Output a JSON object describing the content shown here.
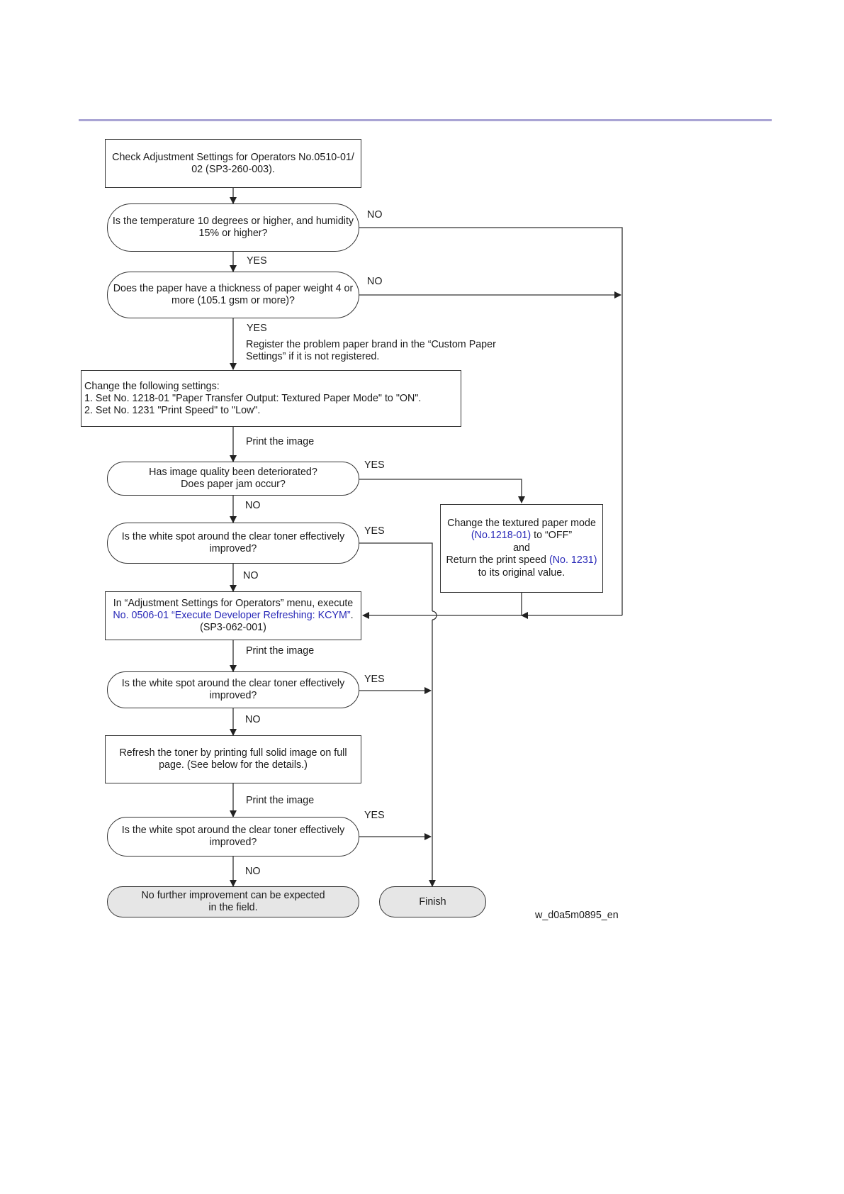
{
  "nodes": {
    "check_settings": [
      "Check Adjustment Settings for Operators No.0510-01/",
      "02 (SP3-260-003)."
    ],
    "q_temperature": [
      "Is the temperature 10 degrees or higher, and humidity",
      "15% or higher?"
    ],
    "q_paper_thickness": [
      "Does the paper have a thickness of paper weight 4 or",
      "more (105.1 gsm or more)?"
    ],
    "change_settings": [
      "Change the following settings:",
      "1. Set No. 1218-01 \"Paper Transfer Output: Textured Paper Mode\" to \"ON\".",
      "2. Set No. 1231 \"Print Speed\" to \"Low\"."
    ],
    "q_deteriorated": [
      "Has image quality been deteriorated?",
      "Does paper jam occur?"
    ],
    "q_white_spot_1": [
      "Is the white spot around the clear toner effectively",
      "improved?"
    ],
    "developer_refresh": {
      "line1": "In “Adjustment Settings for Operators” menu, execute",
      "line2_link": "No. 0506-01 “Execute Developer Refreshing: KCYM”",
      "line2_end": ".",
      "line3": "(SP3-062-001)"
    },
    "q_white_spot_2": [
      "Is the white spot around the clear toner effectively",
      "improved?"
    ],
    "refresh_toner": [
      "Refresh the toner by printing full solid image on full",
      "page. (See below for the details.)"
    ],
    "q_white_spot_3": [
      "Is the white spot around the clear toner effectively",
      "improved?"
    ],
    "no_improvement": [
      "No further improvement can be expected",
      "in the field."
    ],
    "finish": "Finish",
    "change_textured": {
      "line1": "Change the textured paper mode",
      "line2_link": "(No.1218-01)",
      "line2_end": " to “OFF”",
      "line3": "and",
      "line4_start": "Return the print speed ",
      "line4_link": "(No. 1231)",
      "line5": "to its original value."
    }
  },
  "edge_labels": {
    "no_temperature": "NO",
    "yes_temperature": "YES",
    "no_thickness": "NO",
    "yes_thickness": "YES",
    "register_note": [
      "Register the problem paper brand in the “Custom Paper",
      "Settings”  if it is not registered."
    ],
    "print_1": "Print the image",
    "yes_deteriorated": "YES",
    "no_deteriorated": "NO",
    "yes_spot_1": "YES",
    "no_spot_1": "NO",
    "print_2": "Print the image",
    "yes_spot_2": "YES",
    "no_spot_2": "NO",
    "print_3": "Print the image",
    "yes_spot_3": "YES",
    "no_spot_3": "NO"
  },
  "figure_id": "w_d0a5m0895_en",
  "colors": {
    "rule": "#a9a4d4",
    "link": "#2a2ab8",
    "terminal_fill": "#e6e6e6"
  }
}
